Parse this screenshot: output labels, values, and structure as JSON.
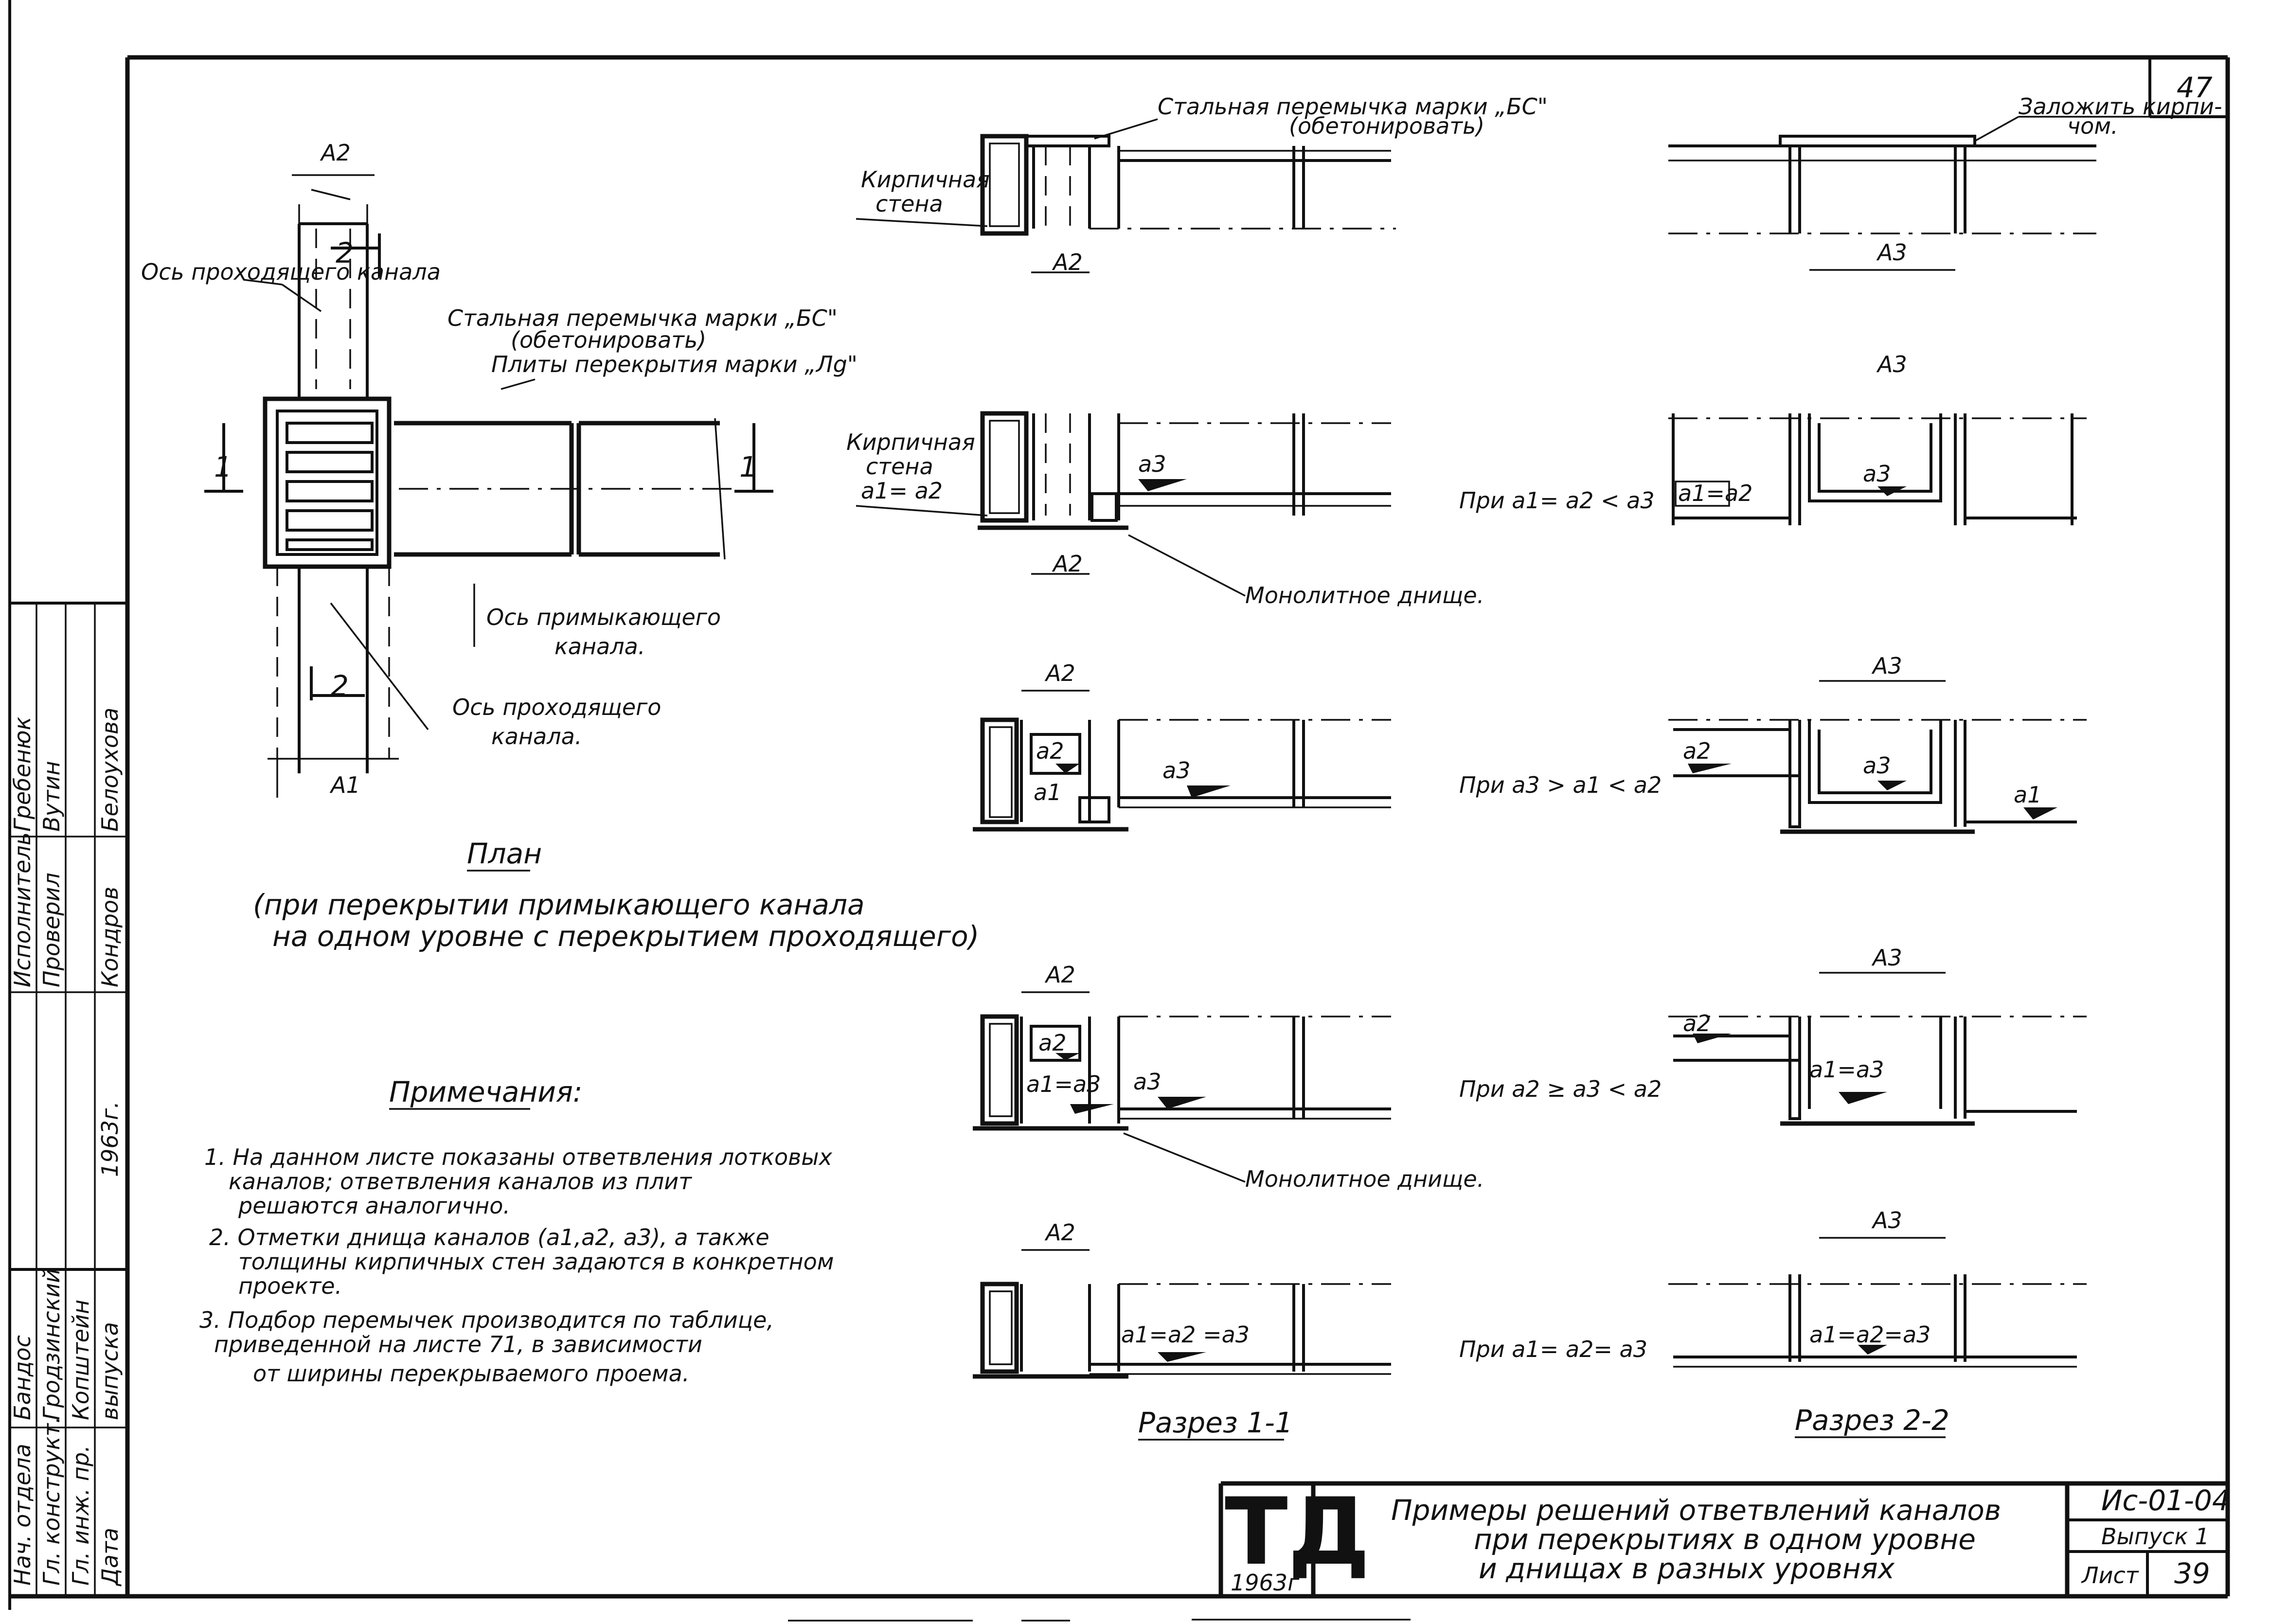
{
  "page_number": "47",
  "plan": {
    "dims": {
      "a2": "A2",
      "a1": "A1"
    },
    "axis_through_top": "Ось проходящего канала",
    "lintel": "Стальная перемычка марки „БС\"",
    "lintel_note": "(обетонировать)",
    "slabs": "Плиты перекрытия марки „Лg\"",
    "axis_adjacent_1": "Ось примыкающего",
    "axis_adjacent_2": "канала.",
    "axis_through_1": "Ось проходящего",
    "axis_through_2": "канала.",
    "section_marks": {
      "s1": "1",
      "s2": "2"
    },
    "title": "План",
    "subtitle_1": "(при перекрытии примыкающего канала",
    "subtitle_2": "на одном уровне с перекрытием проходящего)"
  },
  "notes": {
    "heading": "Примечания:",
    "items": [
      "1. На данном листе показаны ответвления лотковых",
      "каналов; ответвления каналов из плит",
      "решаются аналогично.",
      "2. Отметки днища каналов (a1,a2, a3), а также",
      "толщины кирпичных стен задаются в конкретном",
      "проекте.",
      "3. Подбор перемычек производится по таблице,",
      "приведенной на листе 71, в зависимости",
      "от ширины перекрываемого проема."
    ]
  },
  "section_1_1": {
    "lintel": "Стальная перемычка марки „БС\"",
    "lintel_note": "(обетонировать)",
    "brick_wall_1": "Кирпичная",
    "brick_wall_2": "стена",
    "monolithic_bottom_1": "Монолитное днище.",
    "monolithic_bottom_2": "Монолитное днище.",
    "labels": {
      "a2": "A2",
      "a3": "a3",
      "a1_eq_a2": "a1= a2",
      "a2_small": "a2",
      "a1": "a1",
      "a1_eq_a3": "a1=a3",
      "a1_a2_a3": "a1=a2 =a3"
    },
    "title": "Разрез 1-1"
  },
  "section_2_2": {
    "brick_note_1": "Заложить кирпи-",
    "brick_note_2": "чом.",
    "labels": {
      "a3_dim": "A3",
      "a1_eq_a2": "a1=a2",
      "a3": "a3",
      "a2": "a2",
      "a1": "a1",
      "a1_eq_a3": "a1=a3",
      "a1_a2_a3": "a1=a2=a3"
    },
    "title": "Разрез 2-2"
  },
  "conditions": [
    "При a1= a2 < a3",
    "При a3 > a1 < a2",
    "При a2 ≥ a3 < a2",
    "При a1= a2= a3"
  ],
  "side_stamp": {
    "rows": [
      [
        "Нач. отдела",
        "Бандос"
      ],
      [
        "Гл. конструкт.",
        "Гродзинский"
      ],
      [
        "Гл. инж. пр.",
        "Копштейн"
      ],
      [
        "Дата",
        "выпуска"
      ],
      [
        "Исполнитель",
        "Гребенюк"
      ],
      [
        "Проверил",
        "Вутин"
      ],
      [
        "",
        "Белоухова"
      ],
      [
        "",
        "Кондров"
      ],
      [
        "",
        "1963г."
      ]
    ]
  },
  "title_block": {
    "logo": "ТД",
    "year": "1963г",
    "title_1": "Примеры решений ответвлений каналов",
    "title_2": "при перекрытиях в одном уровне",
    "title_3": "и днищах в разных уровнях",
    "code": "Ис-01-04",
    "issue": "Выпуск 1",
    "sheet_label": "Лист",
    "sheet_number": "39"
  }
}
